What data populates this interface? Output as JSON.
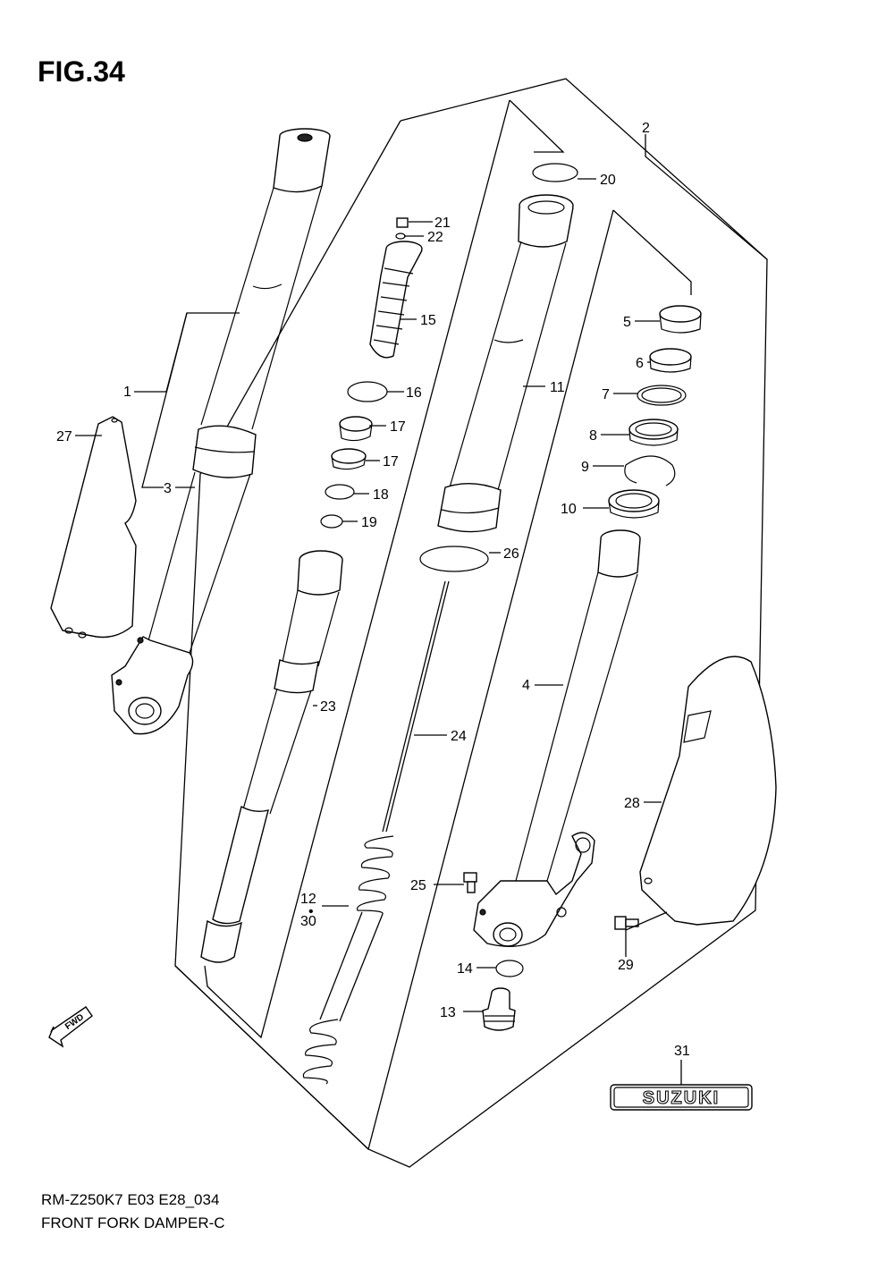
{
  "figure": {
    "title": "FIG.34"
  },
  "footer": {
    "model_code": "RM-Z250K7 E03 E28_034",
    "description": "FRONT FORK DAMPER-C"
  },
  "fwd_arrow": {
    "label": "FWD"
  },
  "emblem": {
    "text": "SUZUKI"
  },
  "callouts": {
    "p1": "1",
    "p2": "2",
    "p3": "3",
    "p4": "4",
    "p5": "5",
    "p6": "6",
    "p7": "7",
    "p8": "8",
    "p9": "9",
    "p10": "10",
    "p11": "11",
    "p12": "12",
    "p30": "30",
    "p13": "13",
    "p14": "14",
    "p15": "15",
    "p16": "16",
    "p17a": "17",
    "p17b": "17",
    "p18": "18",
    "p19": "19",
    "p20": "20",
    "p21": "21",
    "p22": "22",
    "p23": "23",
    "p24": "24",
    "p25": "25",
    "p26": "26",
    "p27": "27",
    "p28": "28",
    "p29": "29",
    "p31": "31"
  },
  "colors": {
    "line": "#000000",
    "background": "#ffffff"
  }
}
